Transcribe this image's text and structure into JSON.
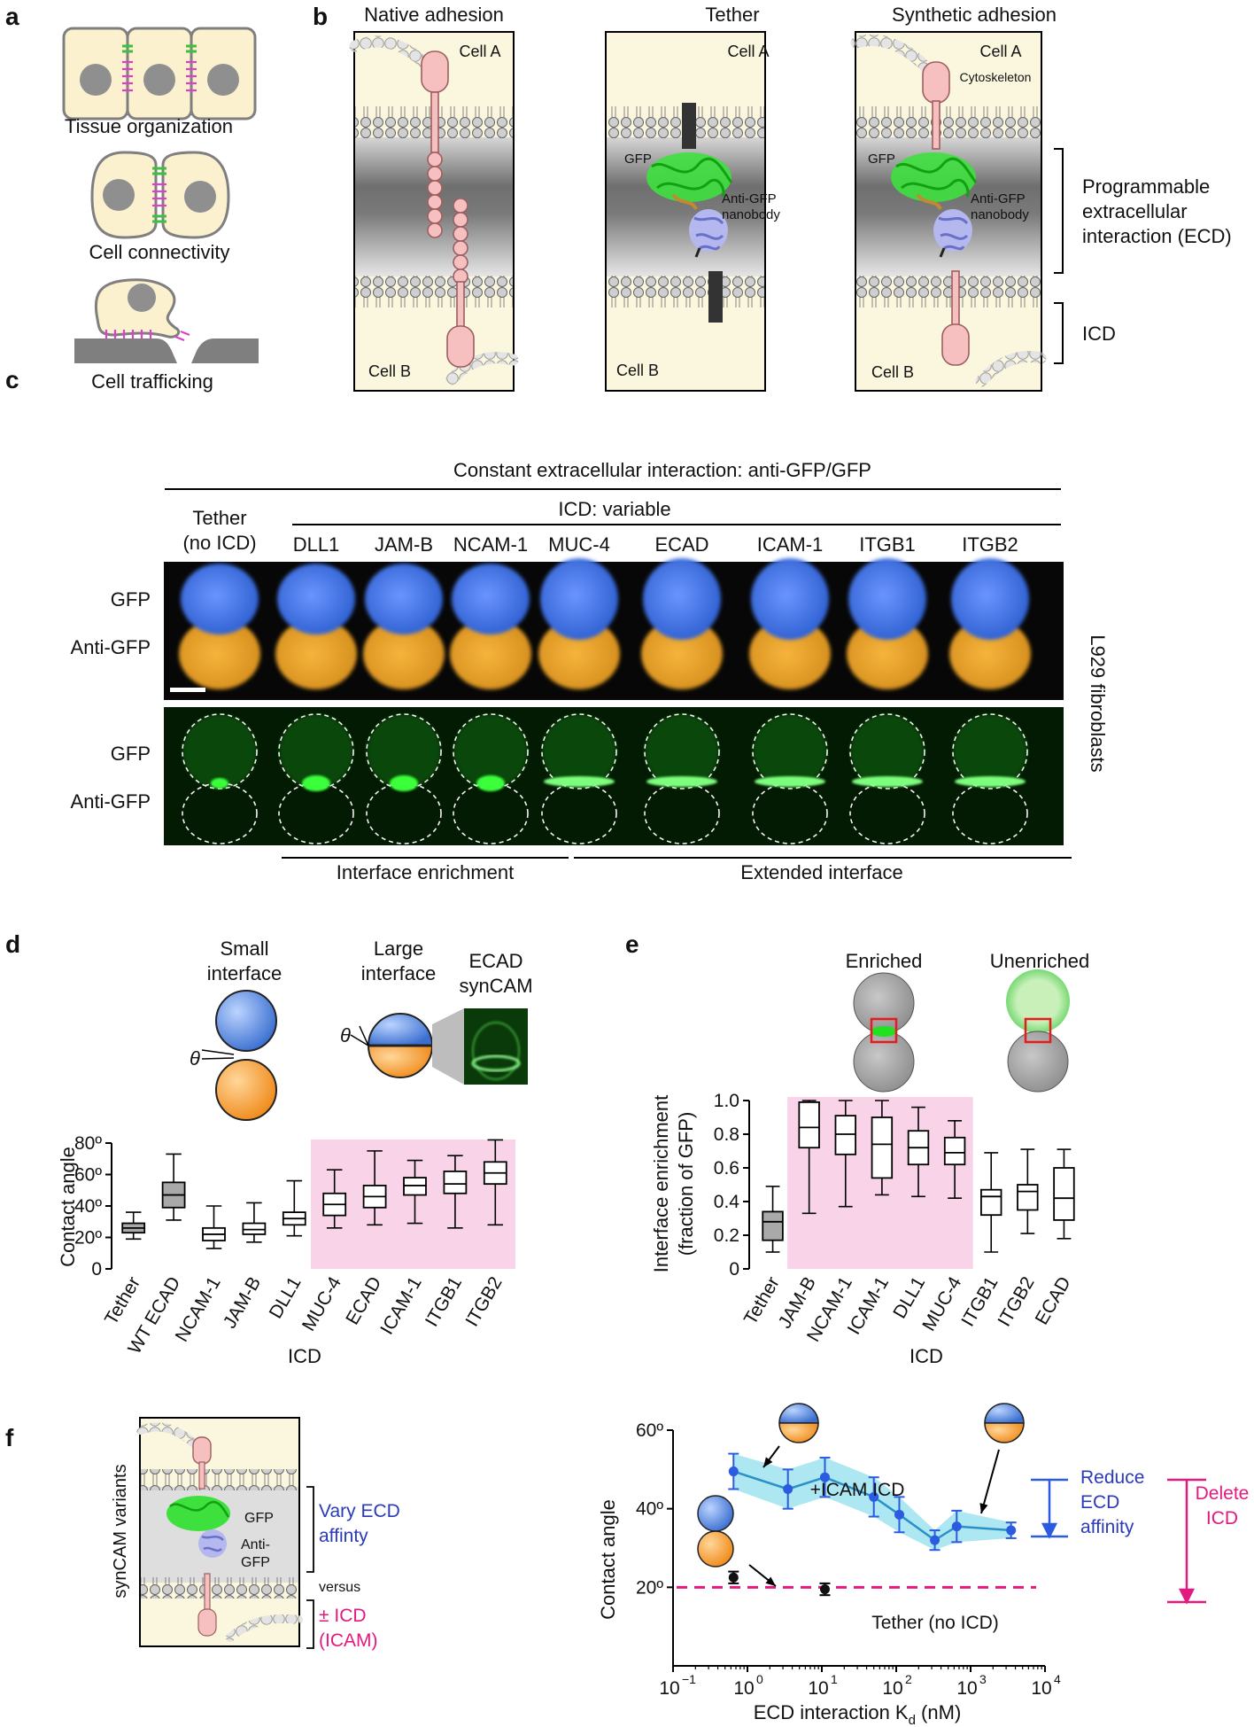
{
  "panel_labels": [
    "a",
    "b",
    "c",
    "d",
    "e",
    "f"
  ],
  "panel_a": {
    "labels": [
      "Tissue organization",
      "Cell connectivity",
      "Cell trafficking"
    ]
  },
  "panel_b": {
    "titles": [
      "Native adhesion",
      "Tether",
      "Synthetic adhesion"
    ],
    "cell_a": "Cell A",
    "cell_b": "Cell B",
    "cytoskeleton": "Cytoskeleton",
    "gfp": "GFP",
    "anti_gfp_1": "Anti-GFP",
    "anti_gfp_2": "nanobody",
    "ecd_1": "Programmable",
    "ecd_2": "extracellular",
    "ecd_3": "interaction (ECD)",
    "icd": "ICD"
  },
  "panel_c": {
    "header": "Constant extracellular interaction: anti-GFP/GFP",
    "icd_variable": "ICD: variable",
    "tether_1": "Tether",
    "tether_2": "(no ICD)",
    "columns": [
      "DLL1",
      "JAM-B",
      "NCAM-1",
      "MUC-4",
      "ECAD",
      "ICAM-1",
      "ITGB1",
      "ITGB2"
    ],
    "row_gfp": "GFP",
    "row_anti": "Anti-GFP",
    "side_label": "L929 fibroblasts",
    "interface_enrichment": "Interface enrichment",
    "extended_interface": "Extended interface"
  },
  "panel_d": {
    "small_1": "Small",
    "small_2": "interface",
    "large_1": "Large",
    "large_2": "interface",
    "ecad_1": "ECAD",
    "ecad_2": "synCAM",
    "theta": "θ"
  },
  "panel_e": {
    "enriched": "Enriched",
    "unenriched": "Unenriched"
  },
  "panel_f": {
    "side_label": "synCAM variants",
    "gfp": "GFP",
    "anti_1": "Anti-",
    "anti_2": "GFP",
    "vary_1": "Vary ECD",
    "vary_2": "affinty",
    "versus": "versus",
    "icd_1": "± ICD",
    "icd_2": "(ICAM)",
    "plus_icam": "+ICAM ICD",
    "reduce_1": "Reduce",
    "reduce_2": "ECD",
    "reduce_3": "affinity",
    "delete_1": "Delete",
    "delete_2": "ICD"
  },
  "colors": {
    "blue": "#3f6fcf",
    "orange": "#f2a33a",
    "pink_shade": "#f9d3e8",
    "magenta": "#e3197f",
    "gfp_green": "#33dd33",
    "line_blue": "#2a5be0",
    "band_cyan": "#9fe3f0"
  },
  "chart_data": [
    {
      "id": "d",
      "type": "box",
      "ylabel": "Contact angle",
      "xlabel": "ICD",
      "ylim": [
        0,
        80
      ],
      "yticks": [
        "0",
        "20º",
        "40º",
        "60º",
        "80º"
      ],
      "categories": [
        "Tether",
        "WT ECAD",
        "NCAM-1",
        "JAM-B",
        "DLL1",
        "MUC-4",
        "ECAD",
        "ICAM-1",
        "ITGB1",
        "ITGB2"
      ],
      "boxes": [
        {
          "min": 19,
          "q1": 23,
          "median": 26,
          "q3": 29,
          "max": 36,
          "grey": true
        },
        {
          "min": 31,
          "q1": 39,
          "median": 47,
          "q3": 55,
          "max": 73,
          "grey": true
        },
        {
          "min": 13,
          "q1": 18,
          "median": 22,
          "q3": 26,
          "max": 40
        },
        {
          "min": 17,
          "q1": 22,
          "median": 25,
          "q3": 29,
          "max": 42
        },
        {
          "min": 21,
          "q1": 28,
          "median": 32,
          "q3": 36,
          "max": 56
        },
        {
          "min": 26,
          "q1": 34,
          "median": 41,
          "q3": 48,
          "max": 63
        },
        {
          "min": 28,
          "q1": 39,
          "median": 46,
          "q3": 53,
          "max": 75
        },
        {
          "min": 29,
          "q1": 47,
          "median": 53,
          "q3": 58,
          "max": 69
        },
        {
          "min": 26,
          "q1": 48,
          "median": 54,
          "q3": 62,
          "max": 72
        },
        {
          "min": 28,
          "q1": 54,
          "median": 61,
          "q3": 68,
          "max": 82
        }
      ],
      "shaded_categories": [
        "MUC-4",
        "ITGB2"
      ]
    },
    {
      "id": "e",
      "type": "box",
      "ylabel": "Interface enrichment (fraction of GFP)",
      "xlabel": "ICD",
      "ylim": [
        0,
        1.0
      ],
      "yticks": [
        "0",
        "0.2",
        "0.4",
        "0.6",
        "0.8",
        "1.0"
      ],
      "categories": [
        "Tether",
        "JAM-B",
        "NCAM-1",
        "ICAM-1",
        "DLL1",
        "MUC-4",
        "ITGB1",
        "ITGB2",
        "ECAD"
      ],
      "boxes": [
        {
          "min": 0.1,
          "q1": 0.17,
          "median": 0.28,
          "q3": 0.34,
          "max": 0.49,
          "grey": true
        },
        {
          "min": 0.33,
          "q1": 0.72,
          "median": 0.84,
          "q3": 0.99,
          "max": 1.0
        },
        {
          "min": 0.37,
          "q1": 0.68,
          "median": 0.8,
          "q3": 0.91,
          "max": 1.0
        },
        {
          "min": 0.44,
          "q1": 0.54,
          "median": 0.74,
          "q3": 0.9,
          "max": 1.0
        },
        {
          "min": 0.43,
          "q1": 0.62,
          "median": 0.72,
          "q3": 0.82,
          "max": 0.96
        },
        {
          "min": 0.42,
          "q1": 0.62,
          "median": 0.69,
          "q3": 0.78,
          "max": 0.88
        },
        {
          "min": 0.1,
          "q1": 0.32,
          "median": 0.43,
          "q3": 0.47,
          "max": 0.69
        },
        {
          "min": 0.21,
          "q1": 0.35,
          "median": 0.46,
          "q3": 0.5,
          "max": 0.71
        },
        {
          "min": 0.18,
          "q1": 0.29,
          "median": 0.42,
          "q3": 0.6,
          "max": 0.71
        }
      ],
      "shaded_categories": [
        "JAM-B",
        "MUC-4"
      ]
    },
    {
      "id": "f",
      "type": "line",
      "xscale": "log",
      "xlabel": "ECD interaction K",
      "xlabel_sub": "d",
      "xlabel_unit": " (nM)",
      "ylabel": "Contact angle",
      "xlim": [
        0.1,
        10000
      ],
      "ylim": [
        0,
        60
      ],
      "yticks": [
        "20º",
        "40º",
        "60º"
      ],
      "xticks": [
        "10",
        "10",
        "10",
        "10",
        "10",
        "10"
      ],
      "xtick_exps": [
        "−1",
        "0",
        "1",
        "2",
        "3",
        "4"
      ],
      "series": [
        {
          "name": "+ICAM ICD",
          "x": [
            0.65,
            3.5,
            11,
            50,
            110,
            330,
            650,
            3500
          ],
          "y": [
            49.5,
            45,
            48,
            43,
            38.5,
            32,
            35.5,
            34.5
          ],
          "err": [
            4.5,
            5,
            5,
            5,
            4.5,
            2.5,
            4,
            2
          ]
        },
        {
          "name": "Tether (no ICD)",
          "x": [
            0.65,
            11
          ],
          "y": [
            22.5,
            19.5
          ],
          "err": [
            1.5,
            1.5
          ],
          "reference_y": 20
        }
      ]
    }
  ]
}
